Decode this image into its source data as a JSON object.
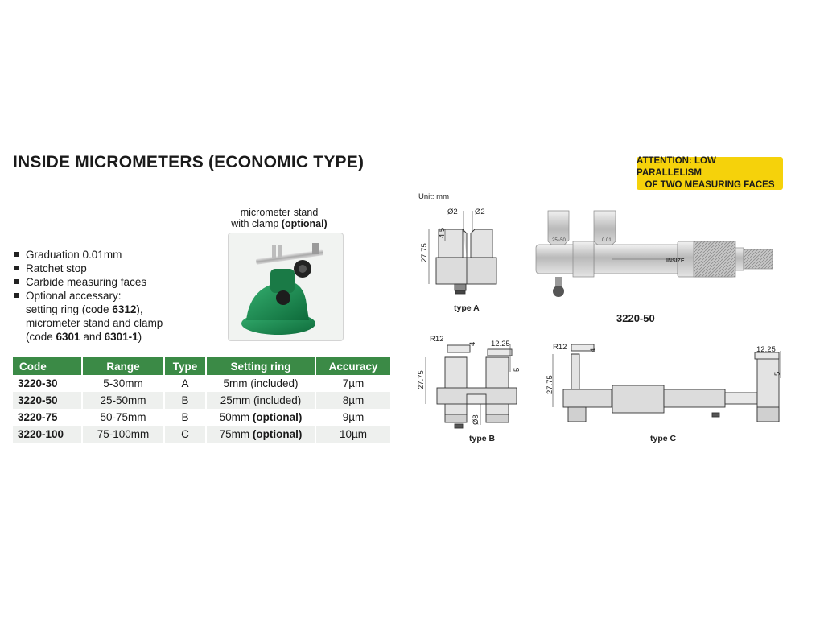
{
  "title": "INSIDE MICROMETERS (ECONOMIC TYPE)",
  "attention": {
    "line1": "ATTENTION: LOW PARALLELISM",
    "line2": "OF TWO MEASURING FACES"
  },
  "stand": {
    "caption_line1": "micrometer stand",
    "caption_line2_prefix": "with clamp ",
    "caption_line2_bold": "(optional)"
  },
  "features": [
    {
      "text": "Graduation 0.01mm"
    },
    {
      "text": "Ratchet stop"
    },
    {
      "text": "Carbide measuring faces"
    }
  ],
  "accessory": {
    "line1": "Optional accessary:",
    "line2_prefix": "setting ring (code ",
    "line2_bold": "6312",
    "line2_suffix": "),",
    "line3": "micrometer stand and clamp",
    "line4_prefix": "(code ",
    "line4_bold1": "6301",
    "line4_mid": " and ",
    "line4_bold2": "6301-1",
    "line4_suffix": ")"
  },
  "table": {
    "headers": [
      "Code",
      "Range",
      "Type",
      "Setting ring",
      "Accuracy"
    ],
    "rows": [
      {
        "code": "3220-30",
        "range": "5-30mm",
        "type": "A",
        "ring": "5mm",
        "ring_note": " (included)",
        "ring_note_bold": false,
        "accuracy": "7µm"
      },
      {
        "code": "3220-50",
        "range": "25-50mm",
        "type": "B",
        "ring": "25mm",
        "ring_note": " (included)",
        "ring_note_bold": false,
        "accuracy": "8µm"
      },
      {
        "code": "3220-75",
        "range": "50-75mm",
        "type": "B",
        "ring": "50mm",
        "ring_note": " (optional)",
        "ring_note_bold": true,
        "accuracy": "9µm"
      },
      {
        "code": "3220-100",
        "range": "75-100mm",
        "type": "C",
        "ring": "75mm",
        "ring_note": " (optional)",
        "ring_note_bold": true,
        "accuracy": "10µm"
      }
    ]
  },
  "drawings": {
    "unit": "Unit: mm",
    "type_a": {
      "caption": "type A",
      "dim_diam1": "Ø2",
      "dim_diam2": "Ø2",
      "dim_h1": "4.5",
      "dim_h2": "27.75"
    },
    "type_b": {
      "caption": "type B",
      "dim_r": "R12",
      "dim_4": "4",
      "dim_w": "12.25",
      "dim_5": "5",
      "dim_h": "27.75",
      "dim_d": "Ø8"
    },
    "type_c": {
      "caption": "type C",
      "dim_r": "R12",
      "dim_4": "4",
      "dim_w": "12.25",
      "dim_5": "5",
      "dim_h": "27.75"
    },
    "product": {
      "model": "3220-50",
      "brand": "INSIZE",
      "scale_a": "25~50",
      "scale_b": "0.01"
    }
  },
  "colors": {
    "table_header": "#3b8a46",
    "attention_bg": "#f5d20b",
    "stand_green": "#1f8a52"
  }
}
